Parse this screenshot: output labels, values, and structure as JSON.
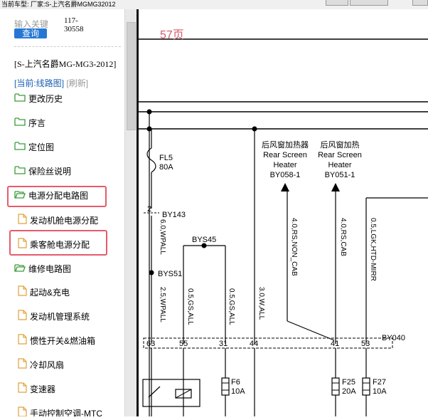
{
  "topbar": {
    "text": "当前车型: 厂家:S-上汽名爵MGMG32012"
  },
  "search": {
    "placeholder": "输入关键",
    "button": "查询",
    "code": "117-30558"
  },
  "model": {
    "name": "[S-上汽名爵MG-MG3-2012]",
    "current_label": "[当前:",
    "current_value": "线路图",
    "current_end": "]",
    "refresh": "[刷新]"
  },
  "tree": [
    {
      "label": "更改历史",
      "type": "folder"
    },
    {
      "label": "序言",
      "type": "folder"
    },
    {
      "label": "定位图",
      "type": "folder"
    },
    {
      "label": "保险丝说明",
      "type": "folder"
    },
    {
      "label": "电源分配电路图",
      "type": "folder-open"
    },
    {
      "label": "发动机舱电源分配",
      "type": "doc"
    },
    {
      "label": "乘客舱电源分配",
      "type": "doc"
    },
    {
      "label": "维修电路图",
      "type": "folder-open"
    },
    {
      "label": "起动&充电",
      "type": "doc"
    },
    {
      "label": "发动机管理系统",
      "type": "doc"
    },
    {
      "label": "惯性开关&燃油箱",
      "type": "doc"
    },
    {
      "label": "冷却风扇",
      "type": "doc"
    },
    {
      "label": "变速器",
      "type": "doc"
    },
    {
      "label": "手动控制空调-MTC",
      "type": "doc"
    }
  ],
  "diagram": {
    "page": "57页",
    "fuses": [
      {
        "name": "FL5",
        "rating": "80A"
      },
      {
        "name": "F6",
        "rating": "10A"
      },
      {
        "name": "F25",
        "rating": "20A"
      },
      {
        "name": "F27",
        "rating": "10A"
      }
    ],
    "heater1": {
      "cn": "后风窗加热器",
      "en1": "Rear Screen",
      "en2": "Heater",
      "code": "BY058-1"
    },
    "heater2": {
      "cn": "后风窗加热",
      "en1": "Rear Screen",
      "en2": "Heater",
      "code": "BY051-1"
    },
    "connectors": {
      "by143": "BY143",
      "bys45": "BYS45",
      "bys51": "BYS51",
      "by040": "BY040"
    },
    "pins": [
      "2",
      "63",
      "55",
      "31",
      "44",
      "41",
      "53"
    ],
    "wires": [
      "6.0,WPALL",
      "2.5,WPALL",
      "0.5,GS,ALL",
      "0.5,GS,ALL",
      "3.0,W,ALL",
      "4.0,RS,NON_CAB",
      "4.0,RS,CAB",
      "0.5,LGK,HTD-MIRR"
    ]
  }
}
